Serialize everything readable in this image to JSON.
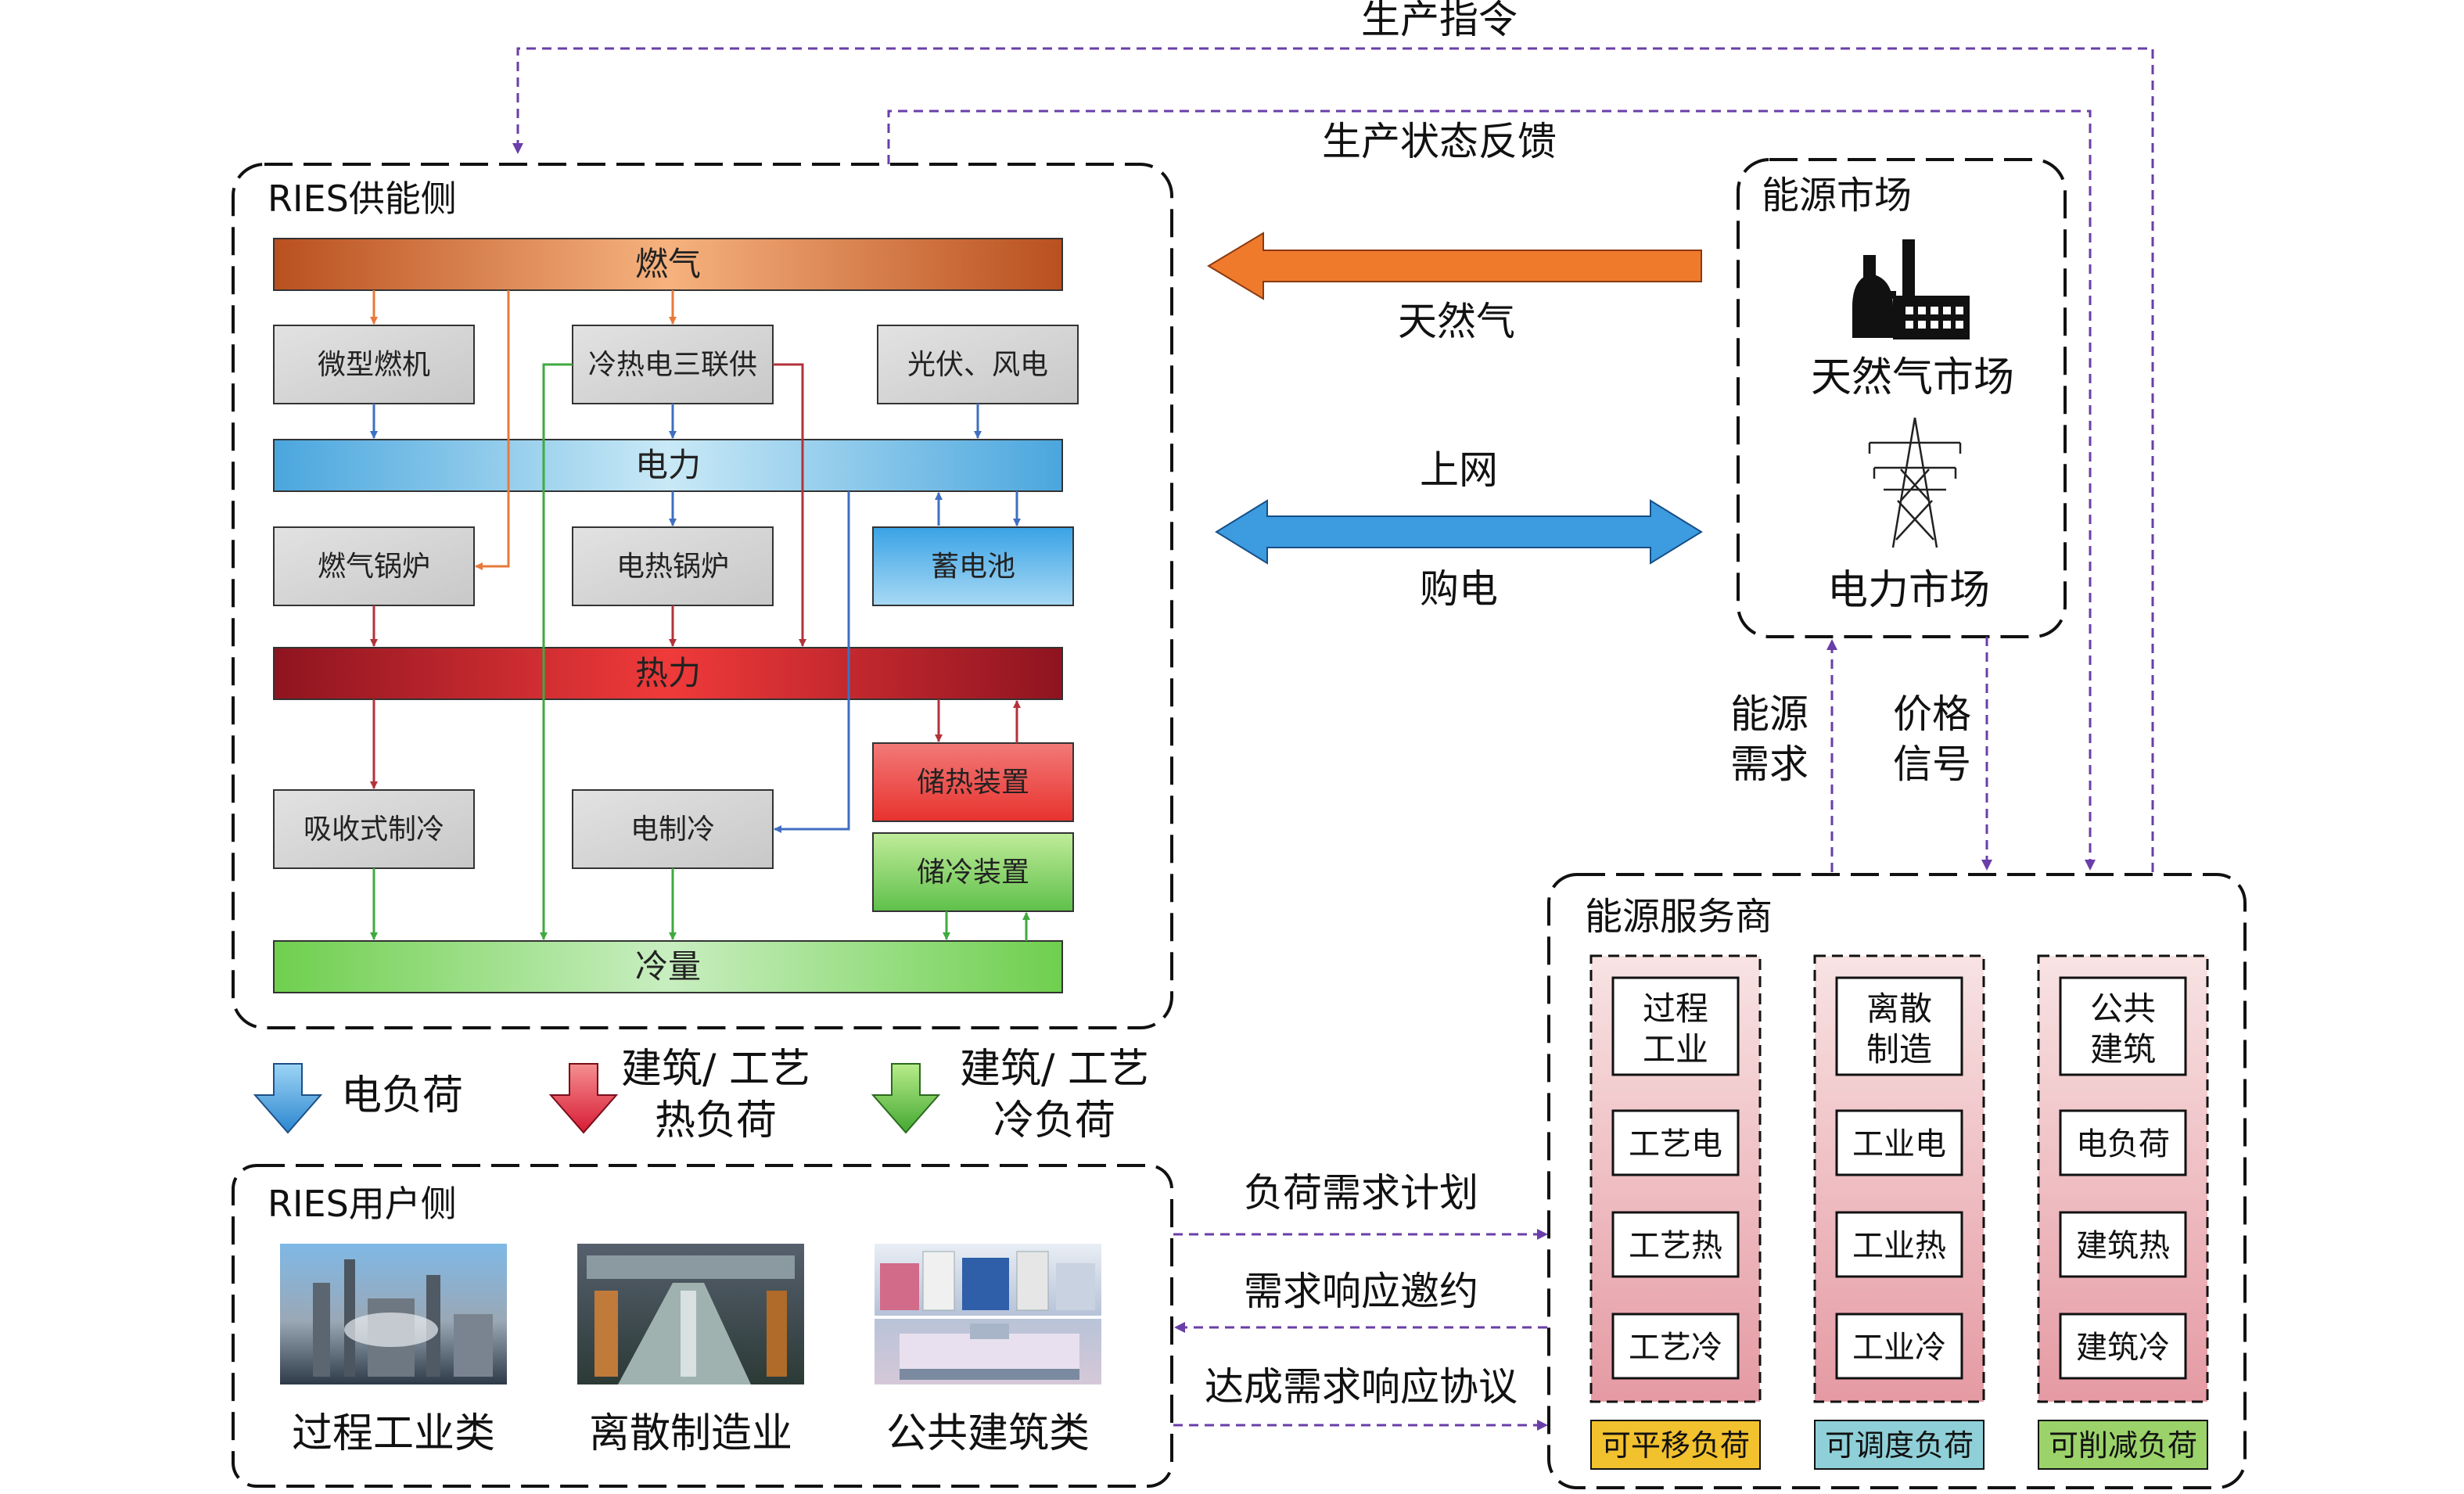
{
  "labels": {
    "production_command": "生产指令",
    "production_feedback": "生产状态反馈",
    "natural_gas_flow": "天然气",
    "grid_sell": "上网",
    "grid_buy": "购电",
    "energy_demand": [
      "能源",
      "需求"
    ],
    "price_signal": [
      "价格",
      "信号"
    ],
    "load_plan": "负荷需求计划",
    "dr_invite": "需求响应邀约",
    "dr_agreement": "达成需求响应协议"
  },
  "supply_side": {
    "title": "RIES供能侧",
    "bus_gas": "燃气",
    "bus_power": "电力",
    "bus_heat": "热力",
    "bus_cold": "冷量",
    "micro_turbine": "微型燃机",
    "cchp": "冷热电三联供",
    "pv_wind": "光伏、风电",
    "gas_boiler": "燃气锅炉",
    "electric_boiler": "电热锅炉",
    "battery": "蓄电池",
    "heat_storage": "储热装置",
    "absorption_chiller": "吸收式制冷",
    "electric_chiller": "电制冷",
    "cold_storage": "储冷装置"
  },
  "market": {
    "title": "能源市场",
    "gas_market": "天然气市场",
    "power_market": "电力市场"
  },
  "loads": {
    "electric": "电负荷",
    "heat": [
      "建筑/ 工艺",
      "热负荷"
    ],
    "cold": [
      "建筑/ 工艺",
      "冷负荷"
    ]
  },
  "user_side": {
    "title": "RIES用户侧",
    "process_industry": "过程工业类",
    "discrete_manufacturing": "离散制造业",
    "public_buildings": "公共建筑类"
  },
  "service": {
    "title": "能源服务商",
    "columns": [
      {
        "head": [
          "过程",
          "工业"
        ],
        "items": [
          "工艺电",
          "工艺热",
          "工艺冷"
        ],
        "footer": "可平移负荷",
        "footer_color": "#f2c12e"
      },
      {
        "head": [
          "离散",
          "制造"
        ],
        "items": [
          "工业电",
          "工业热",
          "工业冷"
        ],
        "footer": "可调度负荷",
        "footer_color": "#8fd0d8"
      },
      {
        "head": [
          "公共",
          "建筑"
        ],
        "items": [
          "电负荷",
          "建筑热",
          "建筑冷"
        ],
        "footer": "可削减负荷",
        "footer_color": "#9bd36a"
      }
    ]
  },
  "colors": {
    "gas": "#e8793a",
    "power": "#3f82cf",
    "heat": "#c0393f",
    "cold": "#3faa3f",
    "signal": "#6a3ea8"
  }
}
